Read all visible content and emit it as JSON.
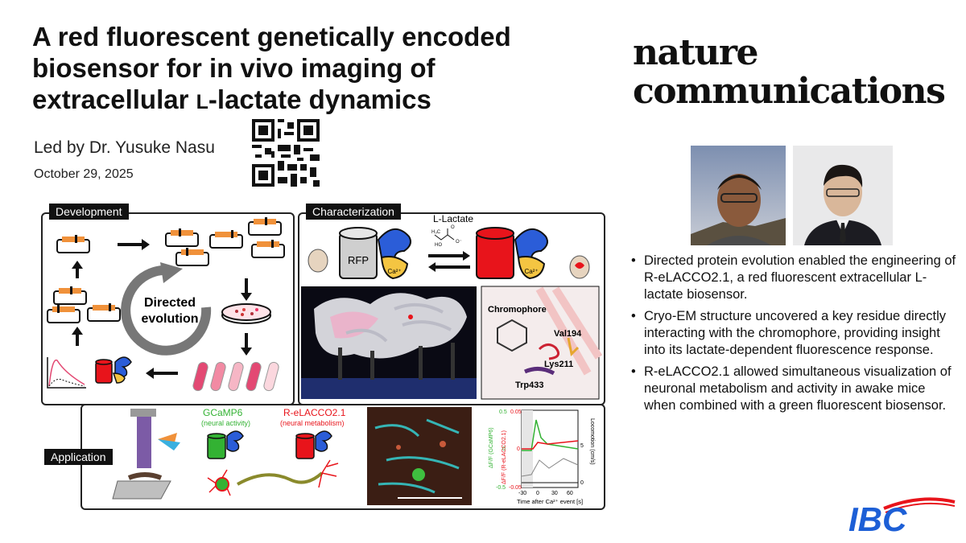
{
  "title": {
    "line1": "A red fluorescent genetically encoded",
    "line2": "biosensor for in vivo imaging of",
    "line3_pre": "extracellular ",
    "line3_sc": "L",
    "line3_post": "-lactate dynamics"
  },
  "author": "Led by Dr. Yusuke Nasu",
  "date": "October 29, 2025",
  "journal": {
    "line1": "nature",
    "line2": "communications"
  },
  "panels": {
    "development": {
      "tag": "Development",
      "center_line1": "Directed",
      "center_line2": "evolution"
    },
    "characterization": {
      "tag": "Characterization",
      "ligand_label": "L-Lactate",
      "rfp_label": "RFP",
      "ca_label": "Ca²⁺",
      "chromophore_label": "Chromophore",
      "residue1": "Val194",
      "residue2": "Lys211",
      "residue3": "Trp433"
    },
    "application": {
      "tag": "Application",
      "sensor1_name": "GCaMP6",
      "sensor1_desc": "(neural activity)",
      "sensor2_name": "R-eLACCO2.1",
      "sensor2_desc": "(neural metabolism)",
      "plot_left_axis1": "ΔF/F (GCaMP6)",
      "plot_left_axis2": "ΔF/F (R-eLACCO2.1)",
      "plot_right_axis": "Locomotion (cm/s)",
      "plot_xlabel": "Time after Ca²⁺ event [s]",
      "plot_ticks_x": [
        "-30",
        "0",
        "30",
        "60"
      ],
      "plot_ticks_y_green": [
        "0.5",
        "0",
        "-0.5"
      ],
      "plot_ticks_y_red": [
        "0.05",
        "0",
        "-0.05"
      ],
      "plot_ticks_y_right": [
        "5",
        "0"
      ]
    }
  },
  "bullets": [
    "Directed protein evolution enabled the engineering of R-eLACCO2.1, a red fluorescent extracellular L-lactate biosensor.",
    "Cryo-EM structure uncovered a key residue directly interacting with the chromophore, providing insight into its lactate-dependent fluorescence response.",
    "R-eLACCO2.1 allowed simultaneous visualization of neuronal metabolism and activity in awake mice when combined with a green fluorescent biosensor."
  ],
  "logo": "IBC",
  "colors": {
    "orange": "#f0913a",
    "red": "#e8141b",
    "green": "#33b233",
    "blue": "#2b5dd8",
    "logo_red": "#e8141b"
  }
}
